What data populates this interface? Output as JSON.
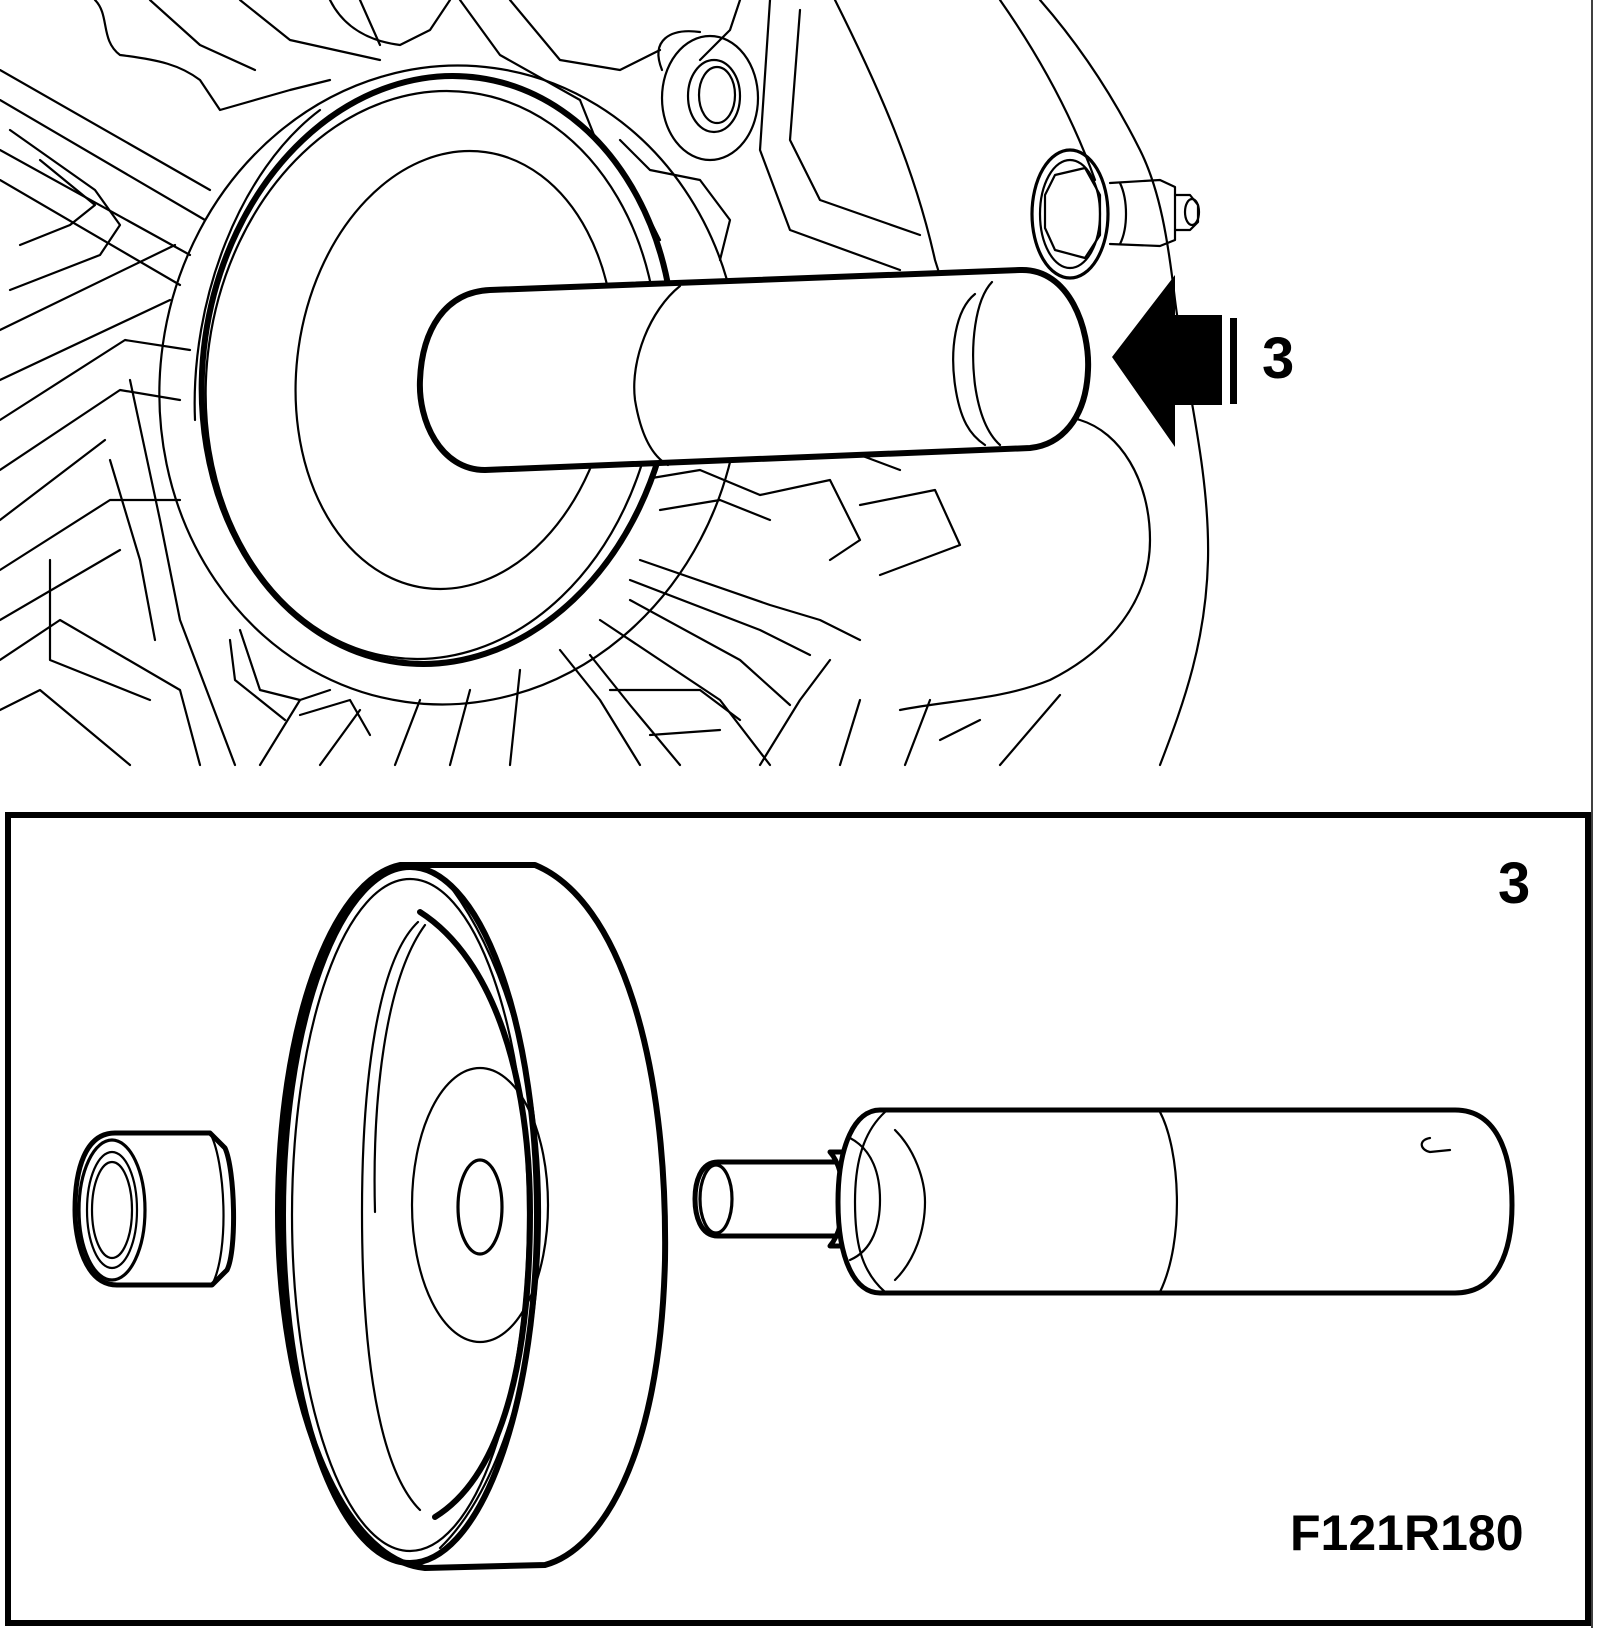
{
  "callout_top": "3",
  "panel": {
    "tool_number": "3",
    "figure_code": "F121R180"
  }
}
